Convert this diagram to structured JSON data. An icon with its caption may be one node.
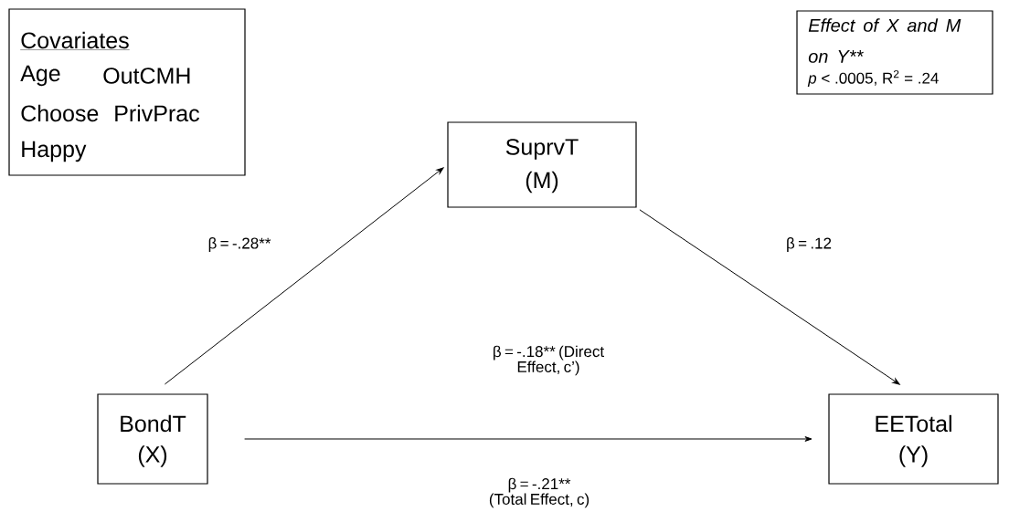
{
  "diagram": {
    "nodes": [
      {
        "text": [
          "Covariates",
          "Age",
          "OutCMH",
          "Choose",
          "PrivPrac",
          "Happy"
        ]
      },
      {
        "text": [
          "Effect of X and M on Y**",
          "*p* < .0005, R$^{2}$ = .24"
        ]
      },
      {
        "text": [
          "SuprvT",
          "(M)"
        ]
      },
      {
        "text": [
          "BondT",
          "(X)"
        ]
      },
      {
        "text": [
          "EETotal",
          "(Y)"
        ]
      }
    ],
    "edges": [
      {
        "from": 3,
        "to": 2,
        "arrow": "to",
        "label": "β = -.28**"
      },
      {
        "from": 2,
        "to": 4,
        "arrow": "to",
        "label": "β = .12"
      },
      {
        "from": 3,
        "to": 4,
        "arrow": "to",
        "label": "β = -.18** (Direct Effect, c’)"
      }
    ],
    "labels": [
      "β = -.21** (Total Effect, c)"
    ]
  }
}
